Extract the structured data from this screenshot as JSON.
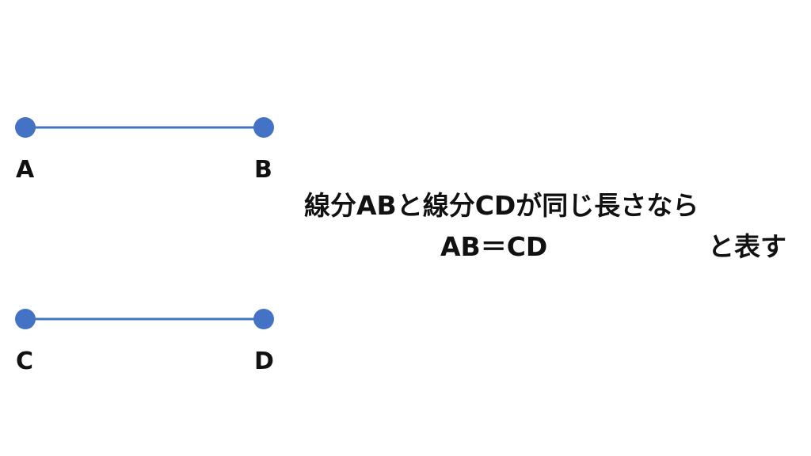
{
  "points": {
    "a": "A",
    "b": "B",
    "c": "C",
    "d": "D"
  },
  "statement": {
    "line1": "線分ABと線分CDが同じ長さなら",
    "equation": "AB＝CD",
    "line2_suffix": "と表す"
  },
  "colors": {
    "segment": "#4472C4",
    "text": "#111111",
    "background": "#FFFFFF"
  }
}
